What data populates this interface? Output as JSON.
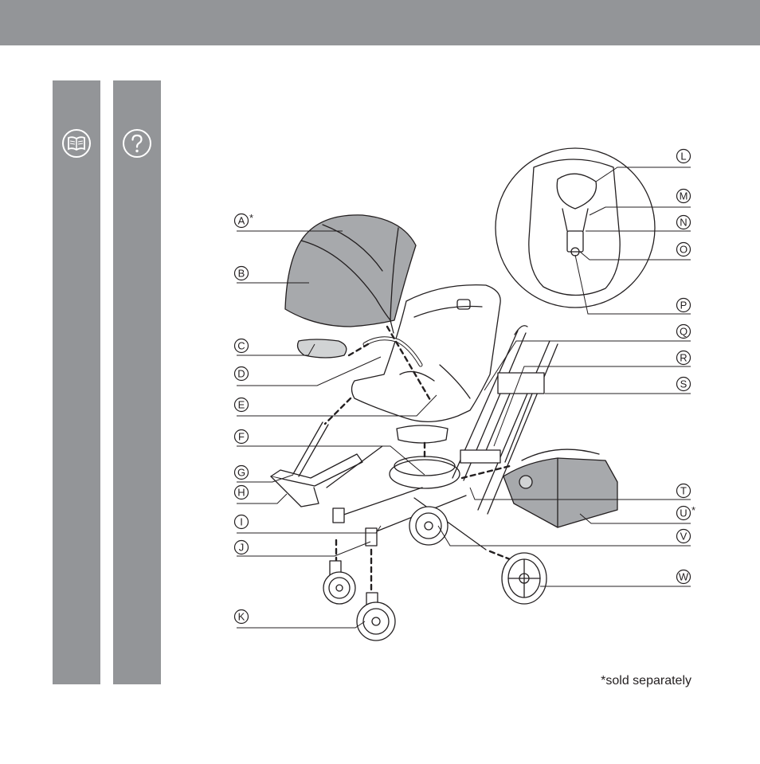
{
  "header": {
    "color": "#939598"
  },
  "side_tabs": [
    {
      "icon": "book-icon"
    },
    {
      "icon": "question-icon"
    }
  ],
  "callouts_left": [
    {
      "letter": "A",
      "asterisk": "*"
    },
    {
      "letter": "B",
      "asterisk": ""
    },
    {
      "letter": "C",
      "asterisk": ""
    },
    {
      "letter": "D",
      "asterisk": ""
    },
    {
      "letter": "E",
      "asterisk": ""
    },
    {
      "letter": "F",
      "asterisk": ""
    },
    {
      "letter": "G",
      "asterisk": ""
    },
    {
      "letter": "H",
      "asterisk": ""
    },
    {
      "letter": "I",
      "asterisk": ""
    },
    {
      "letter": "J",
      "asterisk": ""
    },
    {
      "letter": "K",
      "asterisk": ""
    }
  ],
  "callouts_right": [
    {
      "letter": "L",
      "asterisk": ""
    },
    {
      "letter": "M",
      "asterisk": ""
    },
    {
      "letter": "N",
      "asterisk": ""
    },
    {
      "letter": "O",
      "asterisk": ""
    },
    {
      "letter": "P",
      "asterisk": ""
    },
    {
      "letter": "Q",
      "asterisk": ""
    },
    {
      "letter": "R",
      "asterisk": ""
    },
    {
      "letter": "S",
      "asterisk": ""
    },
    {
      "letter": "T",
      "asterisk": ""
    },
    {
      "letter": "U",
      "asterisk": "*"
    },
    {
      "letter": "V",
      "asterisk": ""
    },
    {
      "letter": "W",
      "asterisk": ""
    }
  ],
  "footnote": "*sold separately"
}
